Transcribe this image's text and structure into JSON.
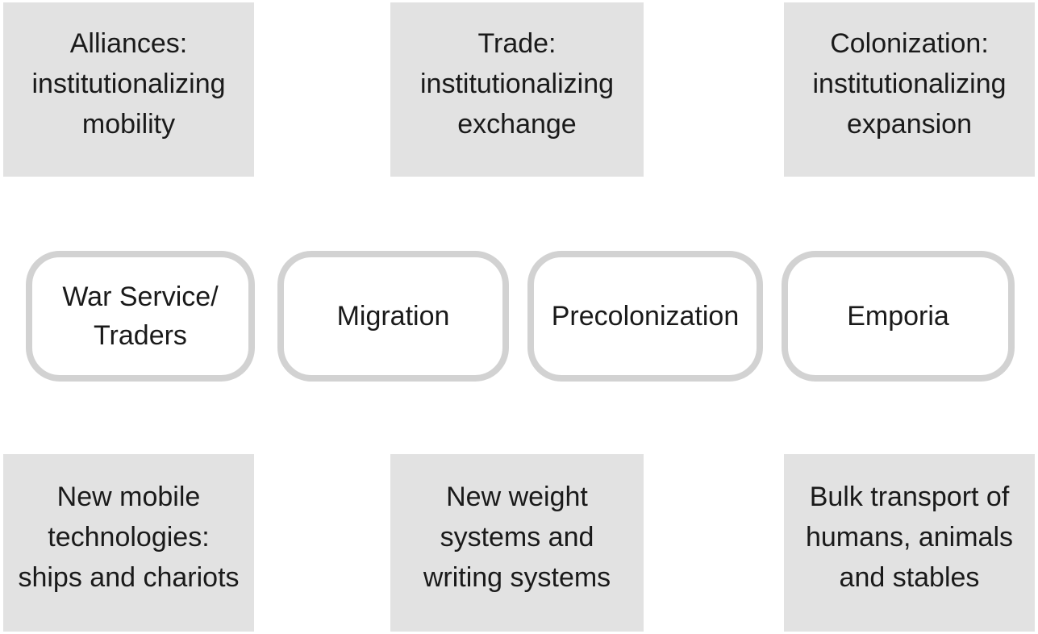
{
  "diagram": {
    "title": "Institutionalizing mobility diagram",
    "colors": {
      "gray_box_fill": "#e2e2e2",
      "rounded_box_border": "#d2d2d2",
      "rounded_box_fill": "#ffffff",
      "text": "#1a1a1a",
      "background": "#ffffff"
    },
    "top_row": [
      {
        "label": "Alliances:\ninstitutionalizing\nmobility"
      },
      {
        "label": "Trade:\ninstitutionalizing\nexchange"
      },
      {
        "label": "Colonization:\ninstitutionalizing\nexpansion"
      }
    ],
    "middle_row": [
      {
        "label": "War Service/\nTraders"
      },
      {
        "label": "Migration"
      },
      {
        "label": "Precolonization"
      },
      {
        "label": "Emporia"
      }
    ],
    "bottom_row": [
      {
        "label": "New mobile\ntechnologies:\nships and chariots"
      },
      {
        "label": "New weight\nsystems and\nwriting systems"
      },
      {
        "label": "Bulk transport of\nhumans, animals\nand stables"
      }
    ]
  }
}
